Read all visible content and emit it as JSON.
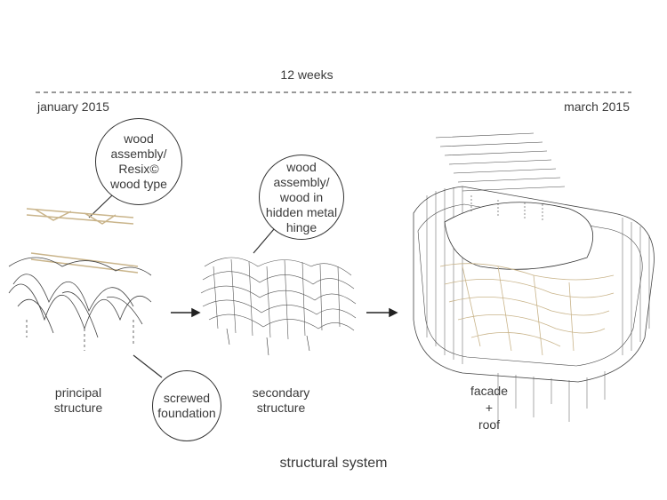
{
  "timeline": {
    "duration": "12 weeks",
    "start": "january 2015",
    "end": "march 2015"
  },
  "callouts": {
    "wood_assembly_resix": [
      "wood",
      "assembly/",
      "Resix©",
      "wood type"
    ],
    "wood_hidden_hinge": [
      "wood",
      "assembly/",
      "wood in",
      "hidden metal",
      "hinge"
    ],
    "screwed_foundation": [
      "screwed",
      "foundation"
    ]
  },
  "stages": {
    "principal": [
      "principal",
      "structure"
    ],
    "secondary": [
      "secondary",
      "structure"
    ],
    "facade": [
      "facade",
      "+",
      "roof"
    ]
  },
  "title": "structural system",
  "colors": {
    "ink": "#333333",
    "wood": "#c9b48a"
  }
}
